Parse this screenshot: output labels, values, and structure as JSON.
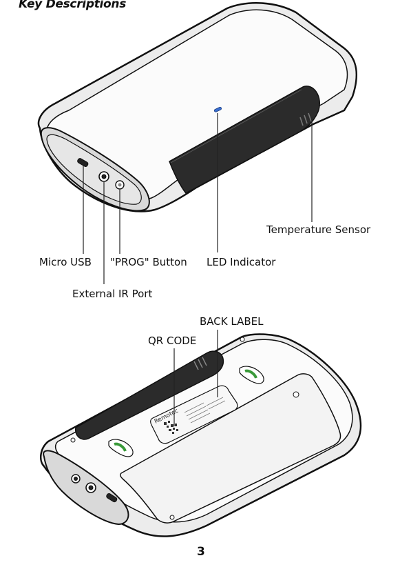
{
  "heading": "Key Descriptions",
  "callouts_top": {
    "micro_usb": "Micro USB",
    "prog_button": "\"PROG\" Button",
    "led_indicator": "LED Indicator",
    "external_ir_port": "External IR Port",
    "temperature_sensor": "Temperature Sensor"
  },
  "callouts_bottom": {
    "back_label": "BACK LABEL",
    "qr_code": "QR CODE"
  },
  "back_label_brand": "Remotec",
  "page_number": "3"
}
